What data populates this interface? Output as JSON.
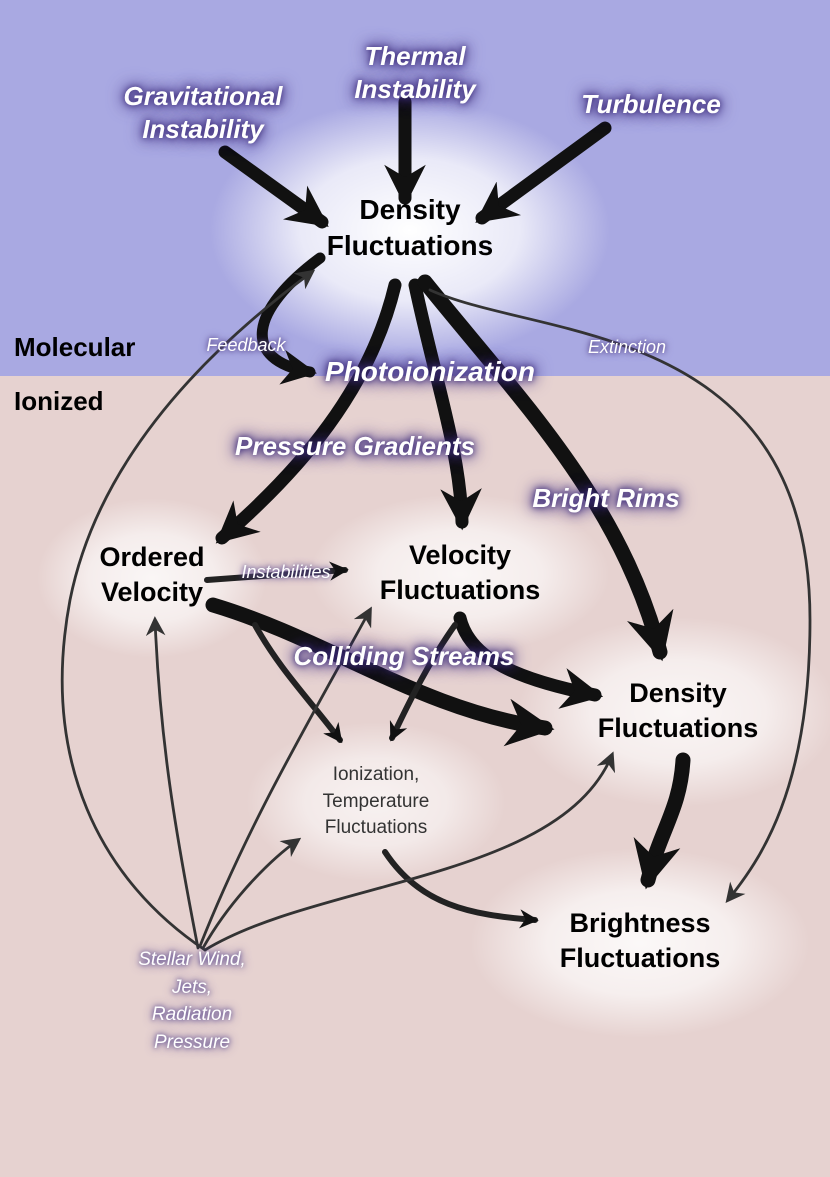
{
  "regions": {
    "molecular": "Molecular",
    "ionized": "Ionized"
  },
  "colors": {
    "molecular_bg": "#a9a9e2",
    "ionized_bg": "#e6d2d0",
    "arrow": "#111111"
  },
  "nodes": {
    "density_top": [
      "Density",
      "Fluctuations"
    ],
    "ordered_velocity": [
      "Ordered",
      "Velocity"
    ],
    "velocity_fluct": [
      "Velocity",
      "Fluctuations"
    ],
    "density_low": [
      "Density",
      "Fluctuations"
    ],
    "ionization": [
      "Ionization,",
      "Temperature",
      "Fluctuations"
    ],
    "brightness": [
      "Brightness",
      "Fluctuations"
    ]
  },
  "processes": {
    "gravitational": [
      "Gravitational",
      "Instability"
    ],
    "thermal": [
      "Thermal",
      "Instability"
    ],
    "turbulence": "Turbulence",
    "feedback": "Feedback",
    "extinction": "Extinction",
    "photoionization": "Photoionization",
    "pressure_gradients": "Pressure Gradients",
    "bright_rims": "Bright Rims",
    "instabilities": "Instabilities",
    "colliding_streams": "Colliding Streams",
    "stellar": [
      "Stellar Wind,",
      "Jets,",
      "Radiation",
      "Pressure"
    ]
  }
}
